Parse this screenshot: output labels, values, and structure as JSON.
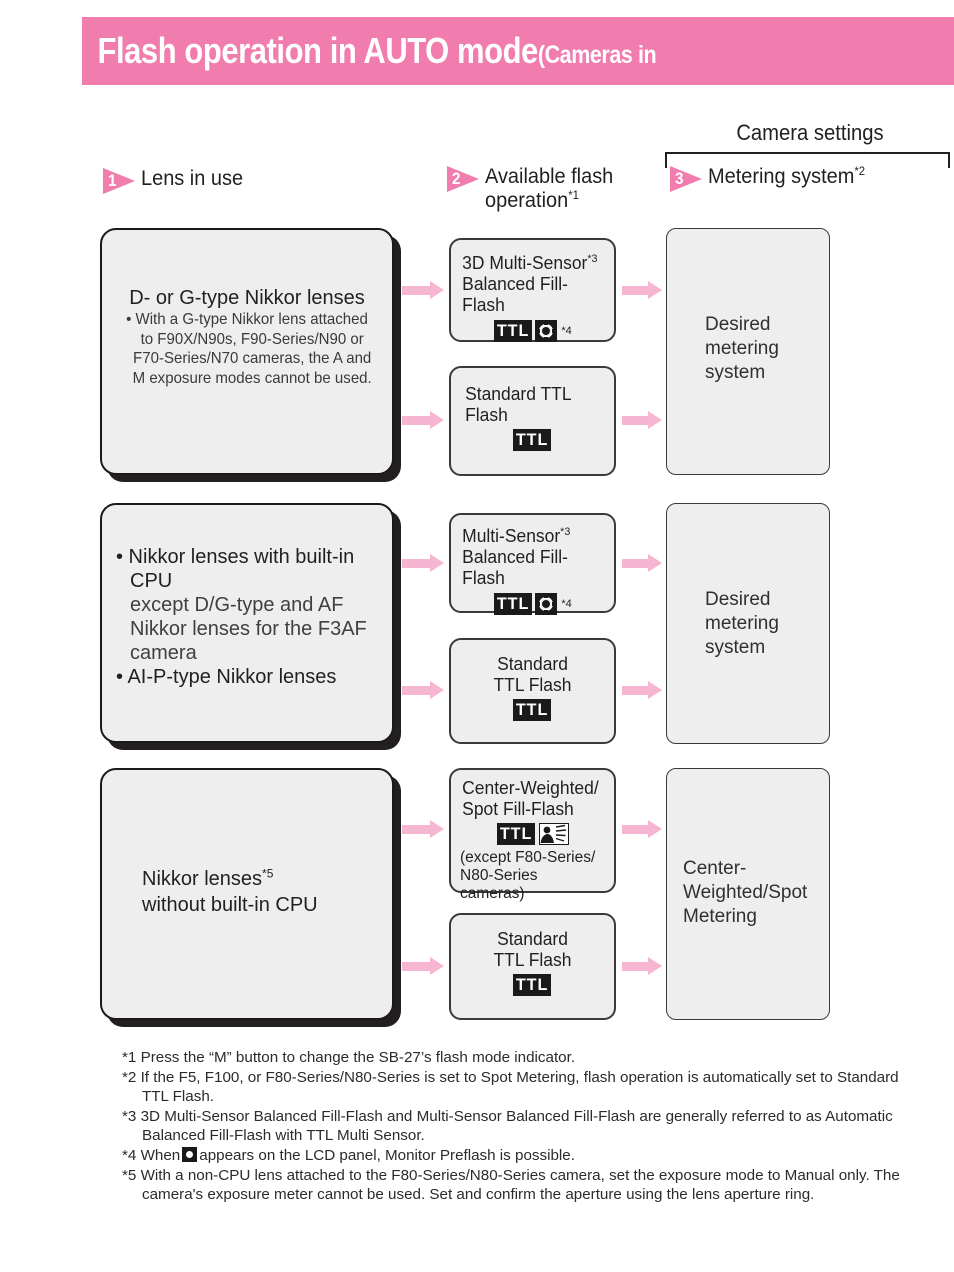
{
  "banner": {
    "title_main": "Flash operation in AUTO mode",
    "title_sub": "(Cameras in"
  },
  "headers": {
    "camera_settings": "Camera settings",
    "col1": {
      "num": "1",
      "label": "Lens in use"
    },
    "col2": {
      "num": "2",
      "label": "Available flash\noperation",
      "footnote": "*1"
    },
    "col3": {
      "num": "3",
      "label": "Metering system",
      "footnote": "*2"
    }
  },
  "rows": [
    {
      "lens": {
        "title": "D- or G-type Nikkor lenses",
        "note": "• With a G-type Nikkor lens attached to F90X/N90s, F90-Series/N90 or F70-Series/N70 cameras, the A and M exposure modes cannot be used."
      },
      "flash": [
        {
          "line1": "3D Multi-Sensor",
          "sup1": "*3",
          "line2": "Balanced Fill-Flash",
          "icons": [
            "ttl",
            "preflash"
          ],
          "icon_sup": "*4",
          "note": ""
        },
        {
          "line1": "Standard TTL",
          "line2": "Flash",
          "icons": [
            "ttl"
          ],
          "note": ""
        }
      ],
      "metering": "Desired\nmetering\nsystem"
    },
    {
      "lens": {
        "bullet1": "• Nikkor lenses with built-in CPU",
        "sub1": "except D/G-type and AF Nikkor lenses for the F3AF camera",
        "bullet2": "• AI-P-type Nikkor lenses"
      },
      "flash": [
        {
          "line1": "Multi-Sensor",
          "sup1": "*3",
          "line2": "Balanced Fill-Flash",
          "icons": [
            "ttl",
            "preflash"
          ],
          "icon_sup": "*4",
          "note": ""
        },
        {
          "line1": "Standard",
          "line2": "TTL Flash",
          "icons": [
            "ttl"
          ],
          "note": ""
        }
      ],
      "metering": "Desired\nmetering\nsystem"
    },
    {
      "lens": {
        "title": "Nikkor lenses",
        "sup": "*5",
        "line2": "without built-in CPU"
      },
      "flash": [
        {
          "line1": "Center-Weighted/",
          "line2": "Spot Fill-Flash",
          "icons": [
            "ttl",
            "fillflash"
          ],
          "note": "(except F80-Series/\nN80-Series cameras)"
        },
        {
          "line1": "Standard",
          "line2": "TTL Flash",
          "icons": [
            "ttl"
          ],
          "note": ""
        }
      ],
      "metering": "Center-\nWeighted/Spot\nMetering"
    }
  ],
  "footnotes": [
    "*1 Press the “M” button to change the SB-27’s flash mode indicator.",
    "*2 If the F5, F100, or F80-Series/N80-Series is set to Spot Metering, flash operation is automatically set to Standard TTL Flash.",
    "*3 3D Multi-Sensor Balanced Fill-Flash and Multi-Sensor Balanced Fill-Flash are generally referred to as Automatic Balanced Fill-Flash with TTL Multi Sensor.",
    "*5 With a non-CPU lens attached to the F80-Series/N80-Series camera, set the exposure mode to Manual only. The camera's exposure meter cannot be used. Set and confirm the aperture using the lens aperture ring."
  ],
  "footnote4": {
    "prefix": "*4 When",
    "suffix": "appears on the LCD panel, Monitor Preflash is possible."
  },
  "colors": {
    "banner_pink": "#f07dae",
    "arrow_pink": "#f6b6d2",
    "box_fill": "#eeeeee",
    "ink": "#231f20"
  }
}
